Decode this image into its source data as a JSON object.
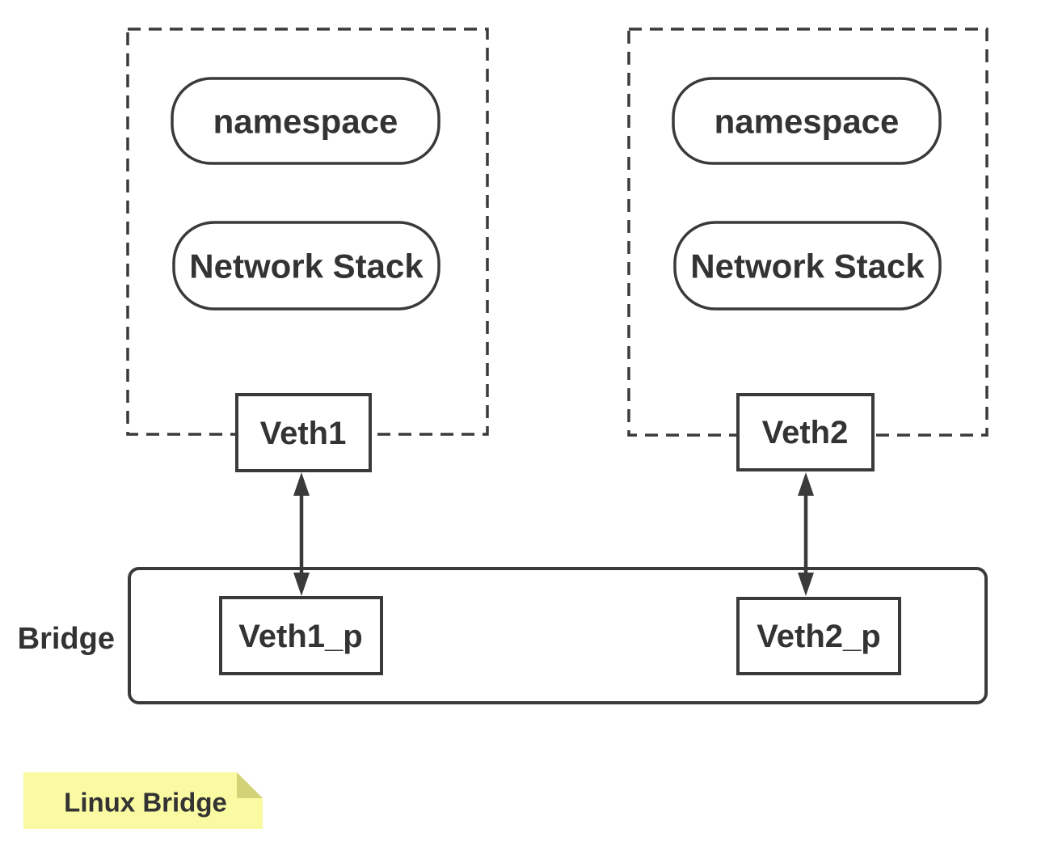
{
  "diagram": {
    "namespaces": [
      {
        "name_label": "namespace",
        "stack_label": "Network Stack",
        "veth_label": "Veth1"
      },
      {
        "name_label": "namespace",
        "stack_label": "Network Stack",
        "veth_label": "Veth2"
      }
    ],
    "bridge": {
      "label": "Bridge",
      "ports": [
        {
          "label": "Veth1_p"
        },
        {
          "label": "Veth2_p"
        }
      ]
    },
    "note": {
      "label": "Linux Bridge",
      "fill": "#fafaa3",
      "fold_fill": "#d2d277"
    },
    "colors": {
      "stroke": "#3a3a3a",
      "text": "#333333"
    }
  }
}
